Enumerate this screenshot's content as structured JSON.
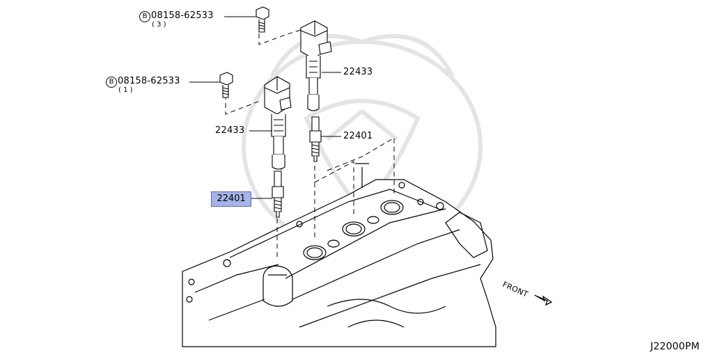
{
  "callouts": {
    "bolt_upper": {
      "symbol": "B",
      "part": "08158-62533",
      "qty": "( 3 )"
    },
    "bolt_lower": {
      "symbol": "B",
      "part": "08158-62533",
      "qty": "( 1 )"
    },
    "coil_upper": "22433",
    "coil_lower": "22433",
    "plug_upper": "22401",
    "plug_lower_highlighted": "22401"
  },
  "front_label": "FRONT",
  "diagram_code": "J22000PM",
  "colors": {
    "highlight": "#a6b4e8",
    "line": "#000000",
    "watermark": "#e6e6e6"
  }
}
